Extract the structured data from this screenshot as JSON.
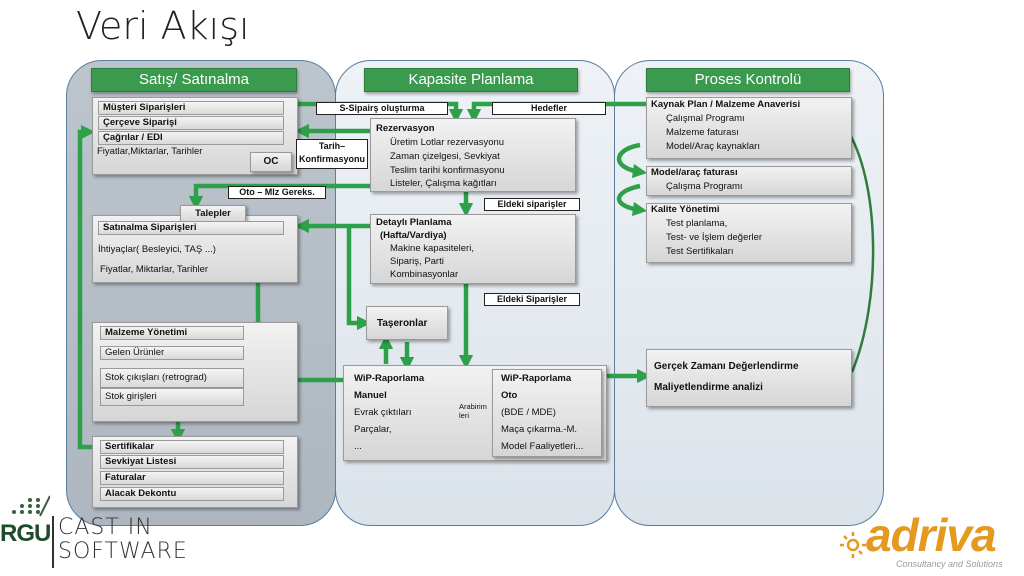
{
  "title": "Veri Akışı",
  "columns": {
    "sales": "Satış/ Satınalma",
    "capacity": "Kapasite Planlama",
    "process": "Proses Kontrolü"
  },
  "orders_box": {
    "items": [
      "Müşteri Siparişleri",
      "Çerçeve Siparişi",
      "Çağrılar / EDI"
    ],
    "note": "Fiyatlar,Miktarlar, Tarihler",
    "oc": "OC"
  },
  "purchase_box": {
    "header": "Talepler",
    "title": "Satınalma Siparişleri",
    "line1": "İhtiyaçlar( Besleyici, TAŞ ...)",
    "line2": "Fiyatlar, Miktarlar, Tarihler"
  },
  "material_box": {
    "title": "Malzeme Yönetimi",
    "items": [
      "Gelen Ürünler",
      "Stok çıkışları (retrograd)",
      "Stok girişleri"
    ]
  },
  "docs": [
    "Sertifikalar",
    "Sevkiyat Listesi",
    "Faturalar",
    "Alacak Dekontu"
  ],
  "reservation": {
    "title": "Rezervasyon",
    "items": [
      "Üretim Lotlar rezervasyonu",
      "Zaman çizelgesi, Sevkiyat",
      "Teslim tarihi konfirmasyonu",
      "Listeler, Çalışma kağıtları"
    ]
  },
  "detail_plan": {
    "title": "Detaylı Planlama",
    "subtitle": "(Hafta/Vardiya)",
    "items": [
      "Makine kapasiteleri,",
      "Sipariş, Parti",
      "Kombinasyonlar"
    ]
  },
  "subcontractor": "Taşeronlar",
  "wip": {
    "manual_title": "WiP-Raporlama",
    "manual_sub": "Manuel",
    "manual_items": [
      "Evrak çıktıları",
      "Parçalar,",
      "..."
    ],
    "interface": [
      "Arabirim",
      "leri"
    ],
    "auto_title": "WiP-Raporlama",
    "auto_sub": "Oto",
    "auto_items": [
      "(BDE / MDE)",
      "Maça çıkarma.-M.",
      "Model Faaliyetleri..."
    ]
  },
  "kaynak": {
    "title": "Kaynak Plan / Malzeme Anaverisi",
    "items": [
      "Çalışmal Programı",
      "Malzeme faturası",
      "Model/Araç kaynakları"
    ]
  },
  "model": {
    "title": "Model/araç faturası",
    "items": [
      "Çalışma Programı"
    ]
  },
  "kalite": {
    "title": "Kalite Yönetimi",
    "items": [
      "Test planlama,",
      "Test- ve İşlem değerler",
      "Test Sertifikaları"
    ]
  },
  "realtime": {
    "line1": "Gerçek Zamanı Değerlendirme",
    "line2": "Maliyetlendirme analizi"
  },
  "flows": {
    "s_order": "S-Sipairş oluşturma",
    "targets": "Hedefler",
    "date_conf": [
      "Tarih–",
      "Konfirmasyonu"
    ],
    "auto_mlz": "Oto – Mlz Gereks.",
    "in_orders1": "Eldeki siparişler",
    "in_orders2": "Eldeki Siparişler"
  },
  "logos": {
    "left_mark": "RGU",
    "left_line1": "CAST IN",
    "left_line2": "SOFTWARE",
    "right_name": "adriva",
    "right_tag": "Consultancy and Solutions"
  }
}
